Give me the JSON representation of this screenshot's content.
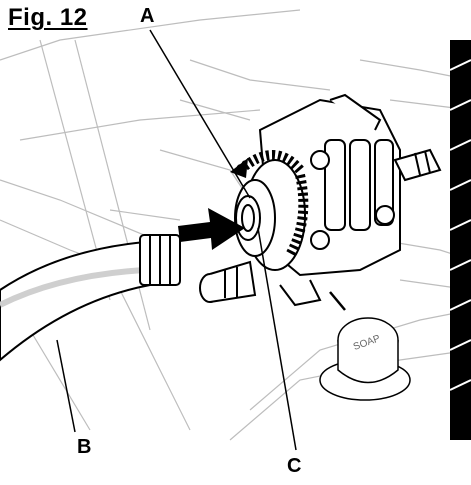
{
  "figure": {
    "title": "Fig. 12"
  },
  "callouts": {
    "a": "A",
    "b": "B",
    "c": "C"
  },
  "parts": {
    "soap_cap_text": "SOAP"
  },
  "colors": {
    "line": "#000000",
    "background_line": "#bdbdbd",
    "arrow": "#000000"
  }
}
